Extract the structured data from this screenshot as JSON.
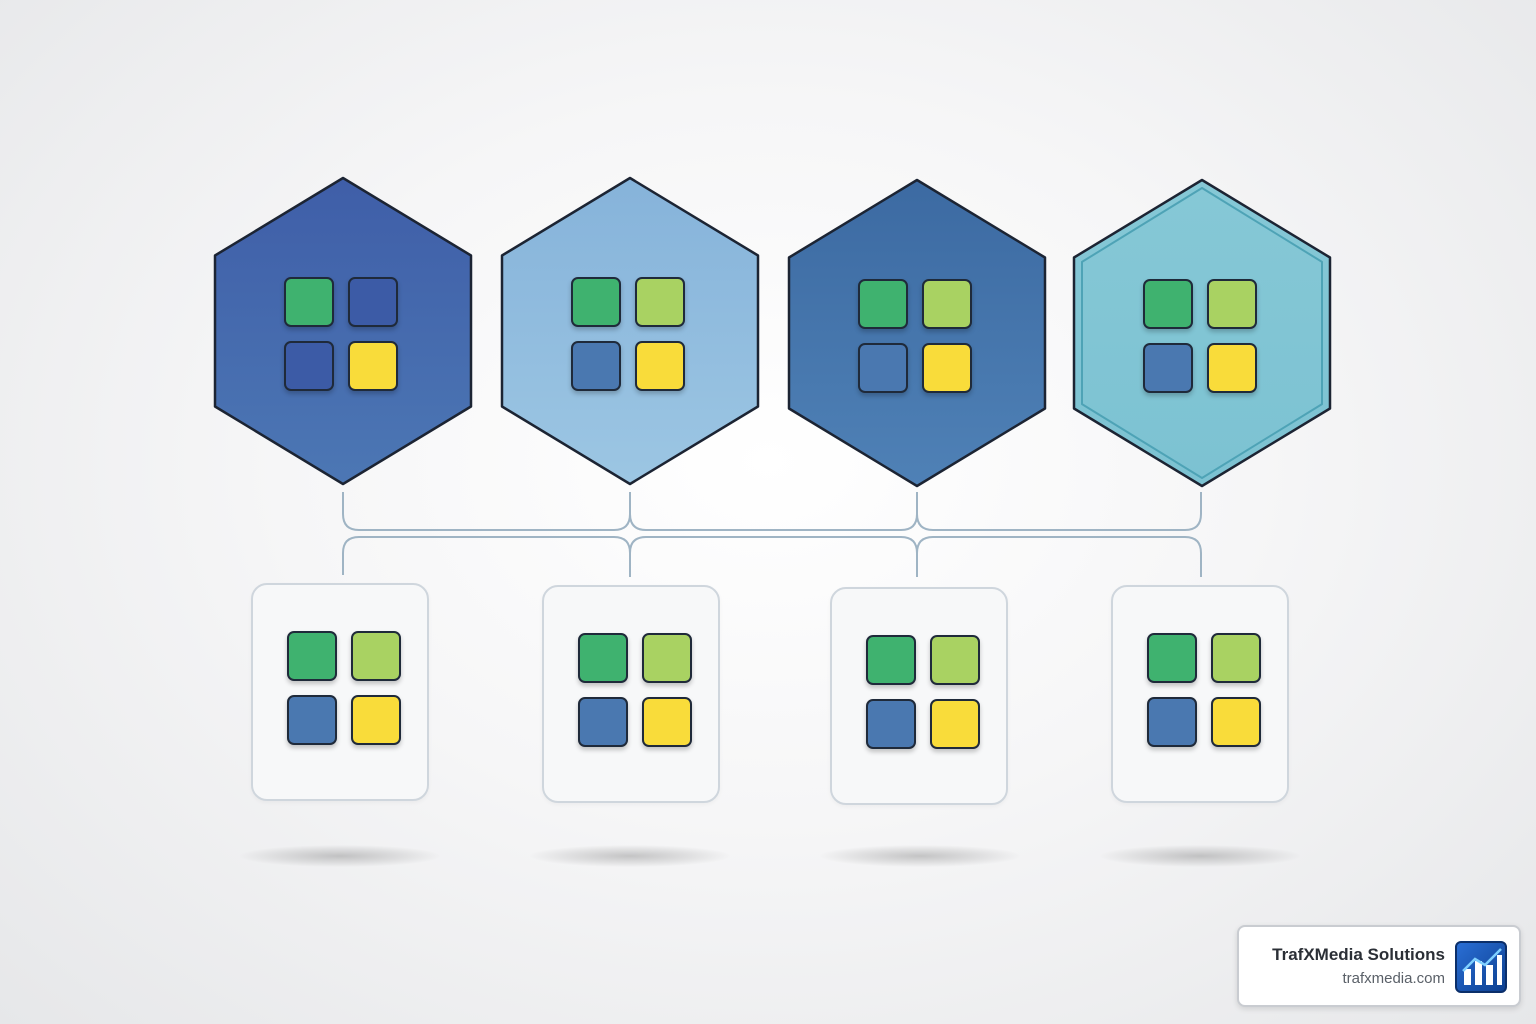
{
  "colors": {
    "green": "#3fb26f",
    "lime": "#a9d262",
    "yellow": "#f9dc3a",
    "blue": "#4a78b0",
    "outline": "#1f2a3a",
    "connector": "#9fb4c4",
    "card_border": "#cfd6dd"
  },
  "hexagons": [
    {
      "name": "hexagon-1",
      "fill_top": "#3f5ea8",
      "fill_bottom": "#4c77b4",
      "tiles": [
        "green",
        "navy",
        "navy",
        "yellow"
      ]
    },
    {
      "name": "hexagon-2",
      "fill_top": "#86b3da",
      "fill_bottom": "#9cc6e3",
      "tiles": [
        "green",
        "lime",
        "blue",
        "yellow"
      ]
    },
    {
      "name": "hexagon-3",
      "fill_top": "#3c6aa2",
      "fill_bottom": "#4f81b6",
      "tiles": [
        "green",
        "lime",
        "blue",
        "yellow"
      ]
    },
    {
      "name": "hexagon-4",
      "fill_top": "#86c8d6",
      "fill_bottom": "#7cc2d2",
      "double_border": true,
      "tiles": [
        "green",
        "lime",
        "blue",
        "yellow"
      ]
    }
  ],
  "cards": [
    {
      "name": "card-1",
      "tiles": [
        "green",
        "lime",
        "blue",
        "yellow"
      ]
    },
    {
      "name": "card-2",
      "tiles": [
        "green",
        "lime",
        "blue",
        "yellow"
      ]
    },
    {
      "name": "card-3",
      "tiles": [
        "green",
        "lime",
        "blue",
        "yellow"
      ]
    },
    {
      "name": "card-4",
      "tiles": [
        "green",
        "lime",
        "blue",
        "yellow"
      ]
    }
  ],
  "tile_colors": {
    "green": "#3fb26f",
    "lime": "#a9d262",
    "yellow": "#f9dc3a",
    "blue": "#4a78b0",
    "navy": "#3c5ba6"
  },
  "badge": {
    "title": "TrafXMedia Solutions",
    "url": "trafxmedia.com",
    "logo_icon": "bar-chart-icon"
  }
}
